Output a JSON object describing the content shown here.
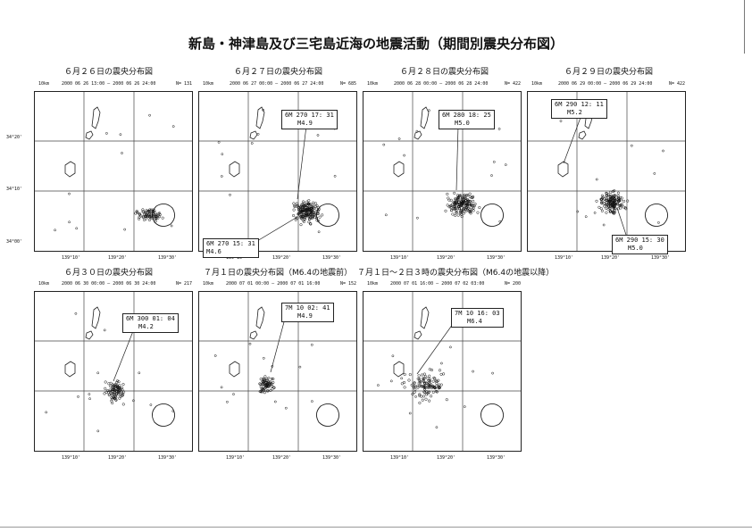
{
  "title": "新島・神津島及び三宅島近海の地震活動（期間別震央分布図）",
  "panels": [
    {
      "title": "６月２６日の震央分布図",
      "date_range": "2000 06 26 13:00 — 2000 06 26 24:00",
      "n": "N= 131",
      "scale": "10km",
      "lat_labels": [
        "34°20'",
        "34°10'",
        "34°00'"
      ],
      "lon_labels": [
        "139°10'",
        "139°20'",
        "139°30'"
      ],
      "callouts": []
    },
    {
      "title": "６月２７日の震央分布図",
      "date_range": "2000 06 27 00:00 — 2000 06 27 24:00",
      "n": "N= 685",
      "scale": "10km",
      "lat_labels": [],
      "lon_labels": [
        "139°10'",
        "139°20'",
        "139°30'"
      ],
      "callouts": [
        {
          "line1": "6M 270  17: 31",
          "line2": "M4.9"
        },
        {
          "line1": "6M 270  15: 31",
          "line2": "M4.6"
        }
      ]
    },
    {
      "title": "６月２８日の震央分布図",
      "date_range": "2000 06 28 00:00 — 2000 06 28 24:00",
      "n": "N= 422",
      "scale": "10km",
      "lat_labels": [],
      "lon_labels": [
        "139°10'",
        "139°20'",
        "139°30'"
      ],
      "callouts": [
        {
          "line1": "6M 280  18: 25",
          "line2": "M5.0"
        }
      ]
    },
    {
      "title": "６月２９日の震央分布図",
      "date_range": "2000 06 29 00:00 — 2000 06 29 24:00",
      "n": "N= 422",
      "scale": "10km",
      "lat_labels": [],
      "lon_labels": [
        "139°10'",
        "139°20'",
        "139°30'"
      ],
      "callouts": [
        {
          "line1": "6M 290  12: 11",
          "line2": "M5.2"
        },
        {
          "line1": "6M 290  15: 30",
          "line2": "M5.0"
        }
      ]
    },
    {
      "title": "６月３０日の震央分布図",
      "date_range": "2000 06 30 00:00 — 2000 06 30 24:00",
      "n": "N= 217",
      "scale": "10km",
      "lat_labels": [],
      "lon_labels": [
        "139°10'",
        "139°20'",
        "139°30'"
      ],
      "callouts": [
        {
          "line1": "6M 300  01: 04",
          "line2": "M4.2"
        }
      ]
    },
    {
      "title": "７月１日の震央分布図（M6.4の地震前）",
      "date_range": "2000 07 01 00:00 — 2000 07 01 16:00",
      "n": "N= 152",
      "scale": "10km",
      "lat_labels": [],
      "lon_labels": [
        "139°10'",
        "139°20'",
        "139°30'"
      ],
      "callouts": [
        {
          "line1": "7M 10   02: 41",
          "line2": "M4.9"
        }
      ]
    },
    {
      "title": "７月１日～２日３時の震央分布図（M6.4の地震以降）",
      "date_range": "2000 07 01 16:00 — 2000 07 02 03:00",
      "n": "N= 200",
      "scale": "10km",
      "lat_labels": [],
      "lon_labels": [
        "139°10'",
        "139°20'",
        "139°30'"
      ],
      "callouts": [
        {
          "line1": "7M 10   16: 03",
          "line2": "M6.4"
        }
      ]
    }
  ]
}
